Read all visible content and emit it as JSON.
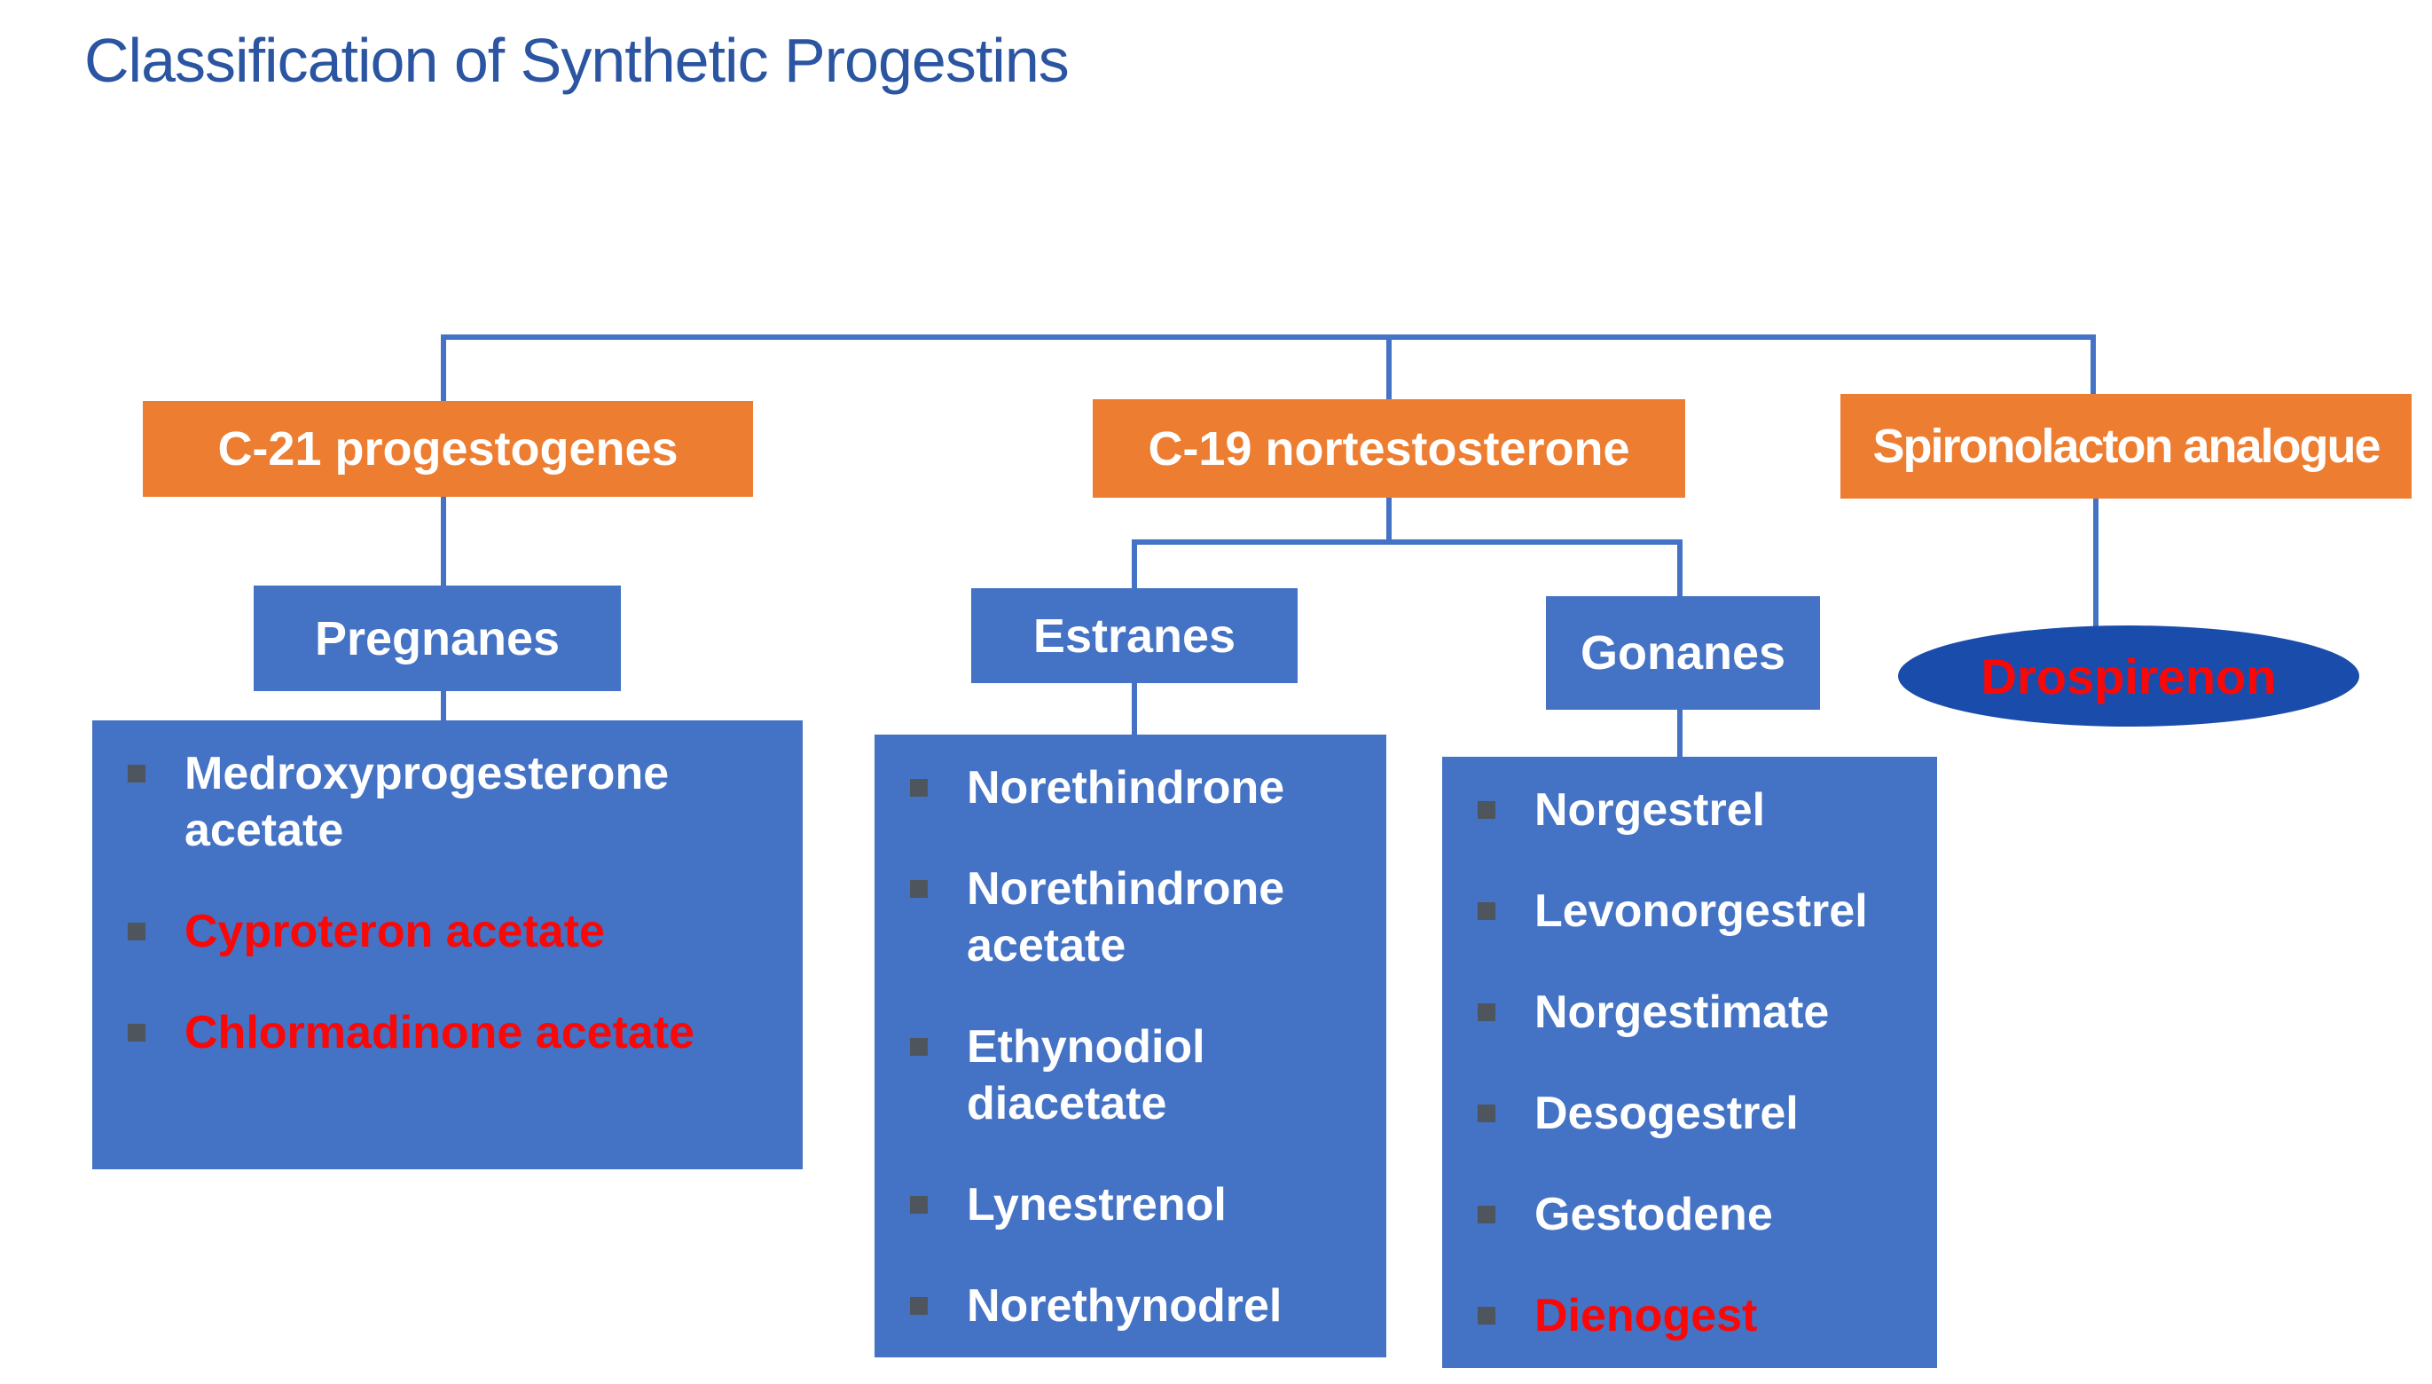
{
  "title": "Classification of Synthetic Progestins",
  "colors": {
    "orange": "#ED7D31",
    "blue": "#4472C4",
    "dark_blue": "#1A4CAC",
    "line": "#4472C4",
    "title": "#2B55A1",
    "red": "#FA0808",
    "bullet": "#4E555C",
    "white": "#FFFFFF",
    "background": "#FFFFFF"
  },
  "categories": {
    "c21": {
      "label": "C-21 progestogenes"
    },
    "c19": {
      "label": "C-19 nortestosterone"
    },
    "spiro": {
      "label": "Spironolacton analogue"
    }
  },
  "subgroups": {
    "pregnanes": {
      "label": "Pregnanes"
    },
    "estranes": {
      "label": "Estranes"
    },
    "gonanes": {
      "label": "Gonanes"
    },
    "drospirenon": {
      "label": "Drospirenon",
      "text_color": "red",
      "shape": "ellipse"
    }
  },
  "lists": {
    "pregnanes": {
      "items": [
        {
          "text": "Medroxyprogesterone acetate",
          "color": "white"
        },
        {
          "text": "Cyproteron acetate",
          "color": "red"
        },
        {
          "text": "Chlormadinone acetate",
          "color": "red"
        }
      ]
    },
    "estranes": {
      "items": [
        {
          "text": "Norethindrone",
          "color": "white"
        },
        {
          "text": "Norethindrone acetate",
          "color": "white"
        },
        {
          "text": "Ethynodiol diacetate",
          "color": "white"
        },
        {
          "text": "Lynestrenol",
          "color": "white"
        },
        {
          "text": "Norethynodrel",
          "color": "white"
        }
      ]
    },
    "gonanes": {
      "items": [
        {
          "text": "Norgestrel",
          "color": "white"
        },
        {
          "text": "Levonorgestrel",
          "color": "white"
        },
        {
          "text": "Norgestimate",
          "color": "white"
        },
        {
          "text": "Desogestrel",
          "color": "white"
        },
        {
          "text": "Gestodene",
          "color": "white"
        },
        {
          "text": "Dienogest",
          "color": "red"
        }
      ]
    }
  }
}
